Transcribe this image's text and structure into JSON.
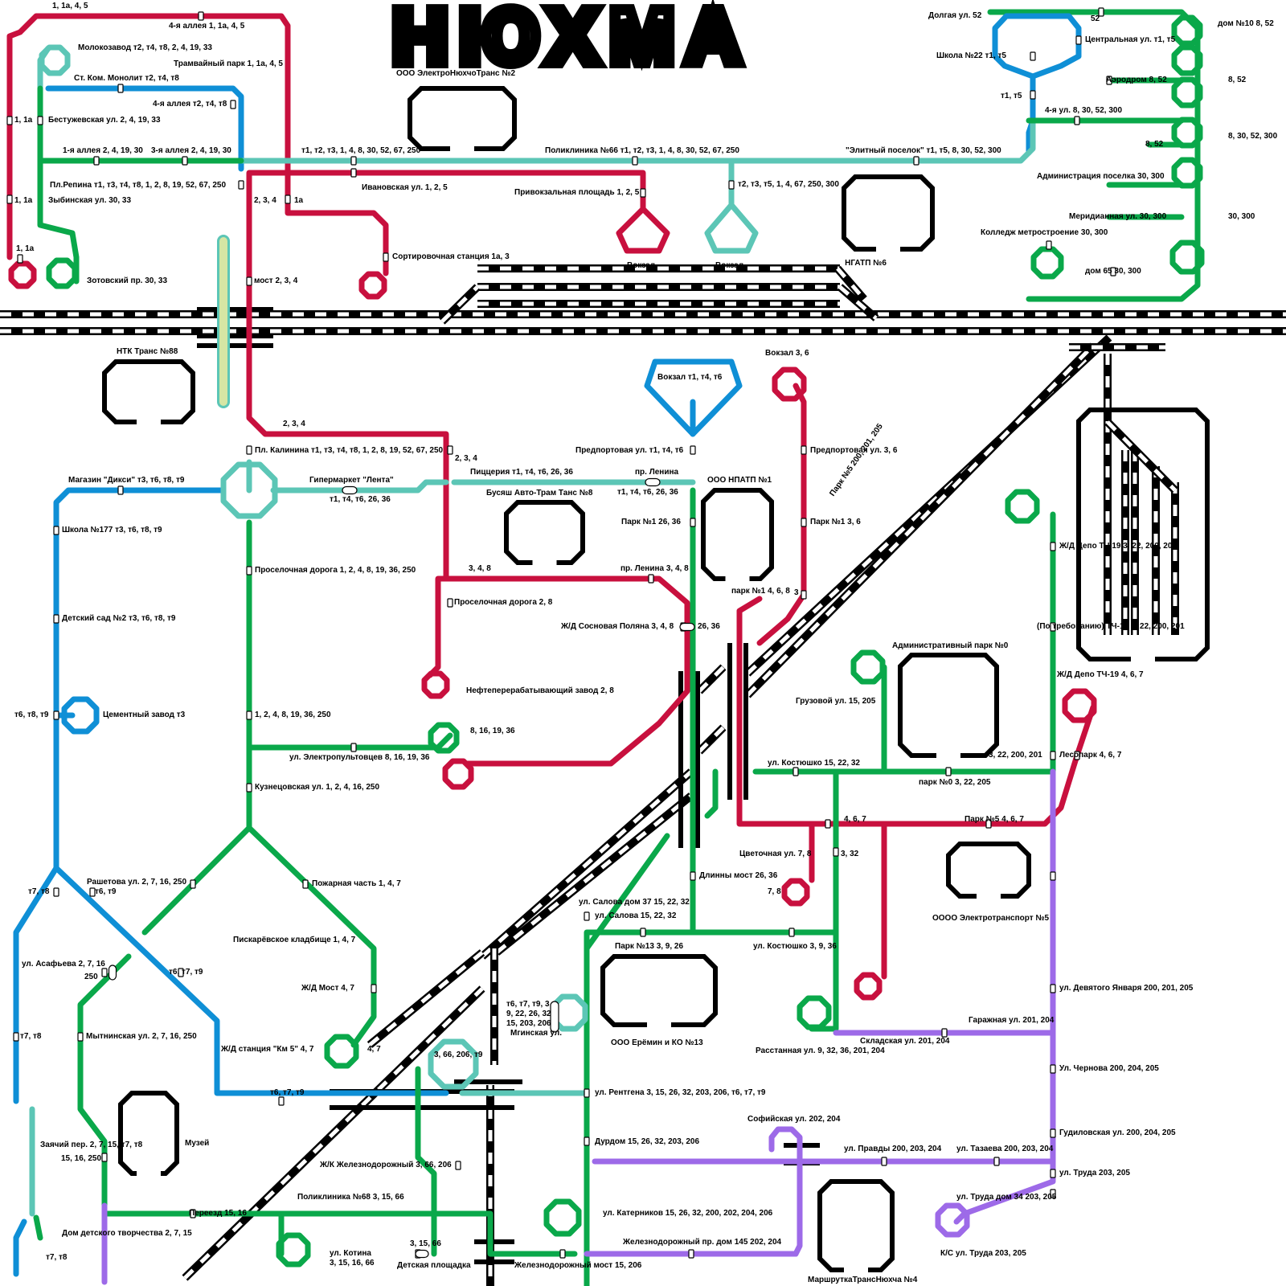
{
  "title": "НЮХМА",
  "colors": {
    "red": "#c8103e",
    "blue": "#0f8fd6",
    "teal": "#5cc6b6",
    "green": "#0aa84a",
    "purple": "#9d6ae8",
    "depot": "#000000",
    "rail": "#000000",
    "pale": "#d6e6a4"
  },
  "depots": {
    "d1": "ООО ЭлектроНюхчоТранс №2",
    "d2": "НГАТП №6",
    "d3": "НТК Транс №88",
    "d4": "Бусяш Авто-Трам Танс №8",
    "d5": "ООО НПАТП №1",
    "d6": "Административный парк №0",
    "d7": "ОООО Электротранспорт №5",
    "d8": "ООО Ерёмин и КО №13",
    "d9": "Музей",
    "d10": "МаршруткаТрансНюхча №4"
  },
  "stations": [
    "1, 1a, 4, 5",
    "4-я аллея 1, 1a, 4, 5",
    "Трамвайный парк 1, 1a, 4, 5",
    "Молокозавод т2, т4, т8, 2, 4, 19, 33",
    "Ст. Ком. Монолит т2, т4, т8",
    "4-я аллея т2, т4, т8",
    "1, 1a",
    "Бестужевская ул. 2, 4, 19, 33",
    "1-я аллея 2, 4, 19, 30",
    "3-я аллея 2, 4, 19, 30",
    "т1, т2, т3, 1, 4, 8, 30, 52, 67, 250",
    "Поликлиника №66 т1, т2, т3, 1, 4, 8, 30, 52, 67, 250",
    "\"Элитный поселок\" т1, т5, 8, 30, 52, 300",
    "Пл.Репина т1, т3, т4, т8, 1, 2, 8, 19, 52, 67, 250",
    "1, 1a",
    "Зыбинская ул. 30, 33",
    "2, 3, 4",
    "1a",
    "Ивановская ул. 1, 2, 5",
    "Привокзальная площадь 1, 2, 5",
    "т2, т3, т5, 1, 4, 67, 250, 300",
    "1, 1a",
    "Сортировочная станция 1a, 3",
    "Вокзал",
    "Вокзал",
    "Зотовский пр. 30, 33",
    "мост 2, 3, 4",
    "Долгая ул. 52",
    "52",
    "дом №10 8, 52",
    "Центральная ул. т1, т5",
    "Школа №22 т1, т5",
    "Аэродром 8, 52",
    "8, 52",
    "т1, т5",
    "4-я ул. 8, 30, 52, 300",
    "8, 30, 52, 300",
    "8, 52",
    "Администрация поселка 30, 300",
    "Меридианная ул. 30, 300",
    "30, 300",
    "Колледж метростроение 30, 300",
    "дом 65 30, 300",
    "Вокзал 3, 6",
    "Вокзал т1, т4, т6",
    "2, 3, 4",
    "Пл. Калинина т1, т3, т4, т8, 1, 2, 8, 19, 52, 67, 250",
    "2, 3, 4",
    "Предпортовая ул. т1, т4, т6",
    "Предпортовая ул. 3, 6",
    "Магазин \"Дикси\" т3, т6, т8, т9",
    "Гипермаркет \"Лента\"",
    "т1, т4, т6, 26, 36",
    "Пиццерия т1, т4, т6, 26, 36",
    "пр. Ленина",
    "т1, т4, т6, 26, 36",
    "Парк №1 26, 36",
    "Парк №1 3, 6",
    "Школа №177 т3, т6, т8, т9",
    "Проселочная дорога 1, 2, 4, 8, 19, 36, 250",
    "3, 4, 8",
    "пр. Ленина 3, 4, 8",
    "Проселочная дорога 2, 8",
    "парк №1 4, 6, 8",
    "3",
    "Детский сад №2 т3, т6, т8, т9",
    "Ж/Д Сосновая Поляна 3, 4, 8",
    "26, 36",
    "Ж/Д Депо ТЧ 19 3, 22, 200, 201",
    "(По требованию) ТЧ-19 3, 22, 200, 201",
    "Нефтеперерабатывающий завод 2, 8",
    "Ж/Д Депо ТЧ-19 4, 6, 7",
    "т6, т8, т9",
    "Цементный завод т3",
    "Грузовой ул. 15, 205",
    "1, 2, 4, 8, 19, 36, 250",
    "8, 16, 19, 36",
    "ул. Электропультовцев 8, 16, 19, 36",
    "3, 22, 200, 201",
    "Лесопарк 4, 6, 7",
    "ул. Костюшко 15, 22, 32",
    "парк №0 3, 22, 205",
    "Кузнецовская ул. 1, 2, 4, 16, 250",
    "4, 6, 7",
    "Парк №5 4, 6, 7",
    "Цветочная ул. 7, 8",
    "3, 32",
    "ул. Салова дом 37 15, 22, 32",
    "Длинны мост 26, 36",
    "Парк №5 200, 201, 205",
    "т7, т8",
    "Рашетова ул. 2, 7, 16, 250",
    "т6, т9",
    "Пожарная часть 1, 4, 7",
    "7, 8",
    "ул. Салова 15, 22, 32",
    "Парк №13 3, 9, 26",
    "ул. Костюшко 3, 9, 36",
    "Пискарёвское кладбище 1, 4, 7",
    "ул. Асафьева 2, 7, 16",
    "250",
    "т6, т7, т9",
    "Ж/Д Мост 4, 7",
    "т6, т7, т9, 3",
    "9, 22, 26, 32",
    "15, 203, 206",
    "Мгинская ул.",
    "ул. Девятого Января 200, 201, 205",
    "Гаражная ул. 201, 204",
    "Складская ул. 201, 204",
    "т7, т8",
    "Мытнинская ул. 2, 7, 16, 250",
    "Ж/Д станция \"Км 5\" 4, 7",
    "4, 7",
    "3, 66, 206, т9",
    "Расстанная ул. 9, 32, 36, 201, 204",
    "Ул. Чернова 200, 204, 205",
    "т6, т7, т9",
    "ул. Рентгена 3, 15, 26, 32, 203, 206, т6, т7, т9",
    "Софийская ул. 202, 204",
    "Гудиловская ул. 200, 204, 205",
    "Заячий пер. 2, 7, 15, т7, т8",
    "Дурдом 15, 26, 32, 203, 206",
    "ул. Правды 200, 203, 204",
    "ул. Тазаева 200, 203, 204",
    "15, 16, 250",
    "Ж/К Железнодорожный 3, 66, 206",
    "ул. Труда 203, 205",
    "Поликлиника №68 3, 15, 66",
    "ул. Труда дом 34 203, 205",
    "Переезд 15, 16",
    "ул. Катерников 15, 26, 32, 200, 202, 204, 206",
    "Дом детского творчества 2, 7, 15",
    "Железнодорожный пр. дом 145 202, 204",
    "ул. Котина",
    "3, 15, 16, 66",
    "3, 15, 66",
    "К/С ул. Труда 203, 205",
    "т7, т8",
    "Детская площадка",
    "Железнодорожный мост 15, 206"
  ]
}
